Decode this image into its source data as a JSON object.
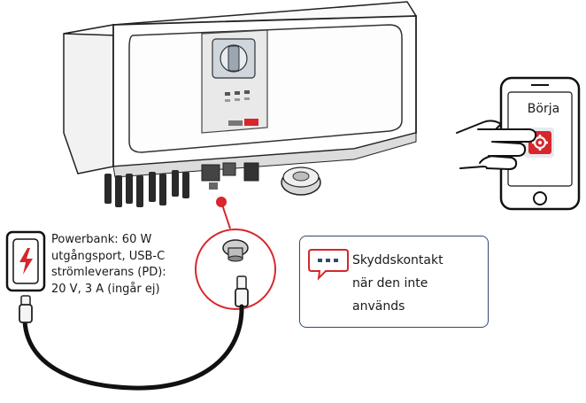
{
  "powerbank": {
    "lines": [
      "Powerbank: 60 W",
      "utgångsport, USB-C",
      "strömleverans (PD):",
      "20 V, 3 A (ingår ej)"
    ]
  },
  "note": {
    "lines": [
      "Skyddskontakt",
      "när den inte",
      "används"
    ]
  },
  "phone": {
    "label": "Börja"
  },
  "colors": {
    "accent_red": "#d7262c",
    "note_border": "#2f4a6e",
    "outline": "#222222"
  },
  "icons": [
    "inverter",
    "powerbank-battery-icon",
    "usb-c-cable",
    "protective-cap",
    "chat-bubble-icon",
    "smartphone",
    "hand-pointing-icon",
    "gear-icon"
  ]
}
